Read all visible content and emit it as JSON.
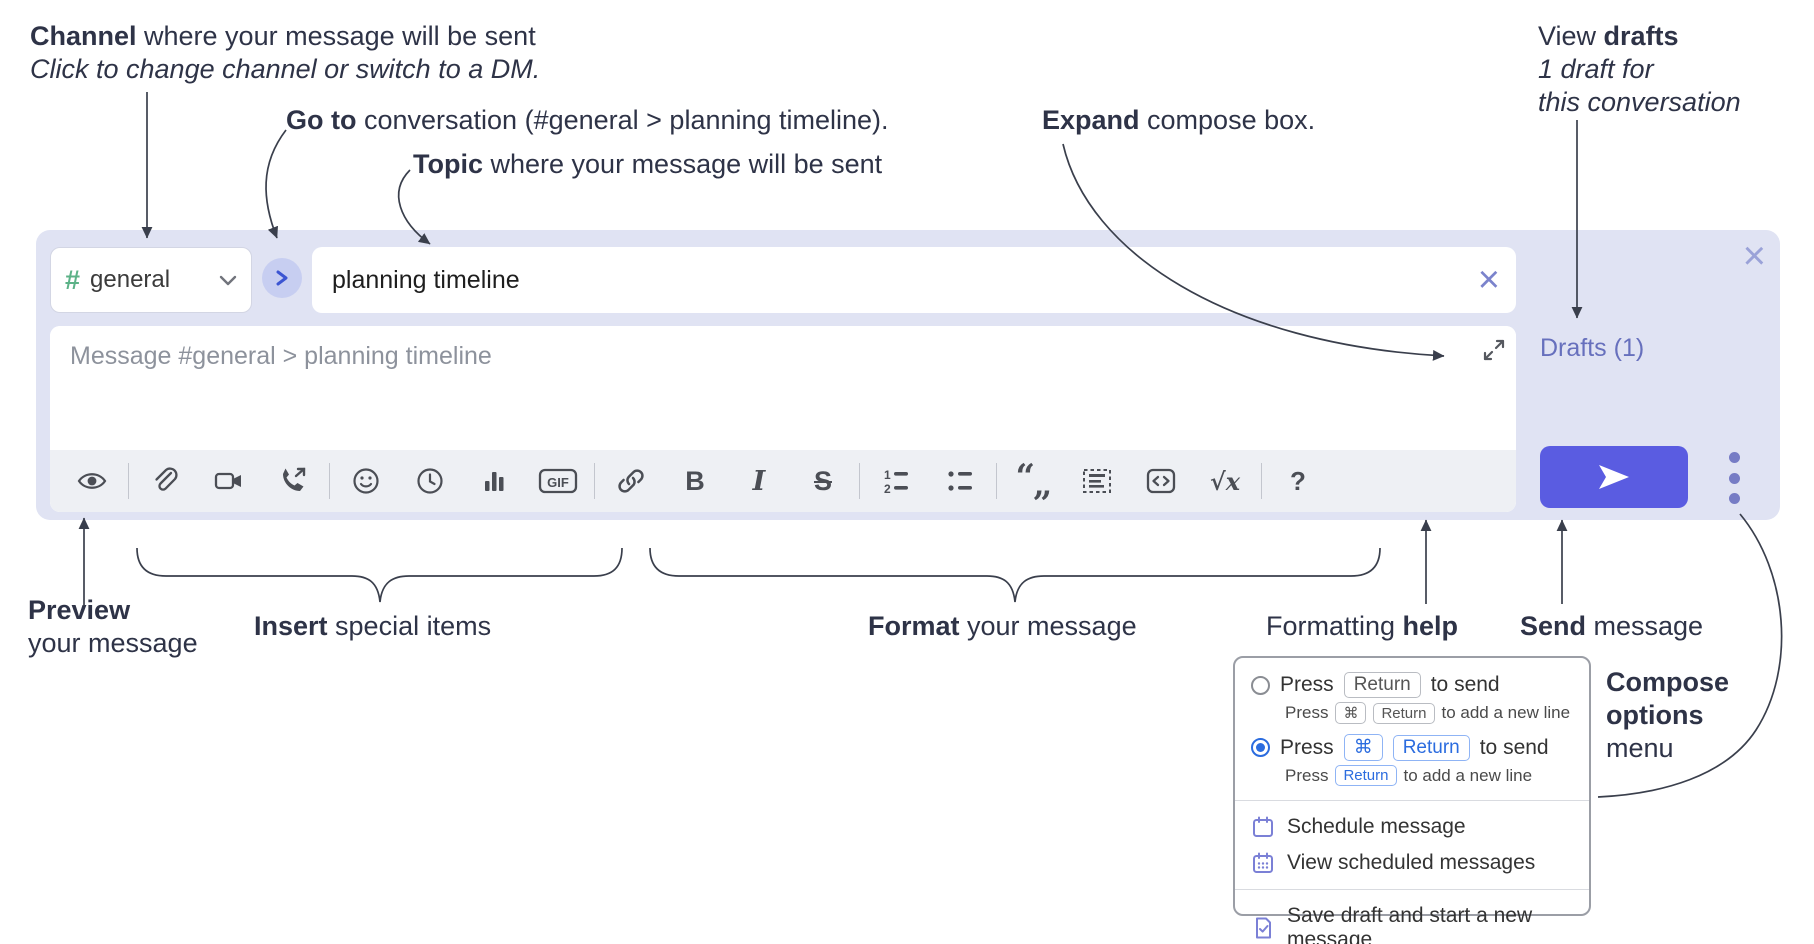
{
  "annotations": {
    "channel": {
      "bold": "Channel",
      "rest": " where your message will be sent",
      "italic": "Click to change channel or switch to a DM."
    },
    "goto": {
      "bold": "Go to",
      "rest": " conversation (#general > planning timeline)."
    },
    "topic": {
      "bold": "Topic",
      "rest": " where your message will be sent"
    },
    "expand": {
      "bold": "Expand",
      "rest": " compose box."
    },
    "view_drafts": {
      "pre": "View ",
      "bold": "drafts",
      "line2": "1 draft for",
      "line3": "this conversation"
    },
    "preview": {
      "bold": "Preview",
      "line2": "your message"
    },
    "insert": {
      "bold": "Insert",
      "rest": " special items"
    },
    "format": {
      "bold": "Format",
      "rest": " your message"
    },
    "formatting_help": {
      "pre": "Formatting ",
      "bold": "help"
    },
    "send": {
      "bold": "Send",
      "rest": " message"
    },
    "compose_options": {
      "line1": "Compose",
      "line2": "options",
      "line3": "menu"
    }
  },
  "compose": {
    "channel_button": {
      "hash": "#",
      "label": "general"
    },
    "topic_input": {
      "value": "planning timeline"
    },
    "message_input": {
      "placeholder": "Message #general > planning timeline"
    },
    "drafts_link": "Drafts (1)",
    "toolbar_icons": [
      "preview-eye",
      "attach-paperclip",
      "start-video-call",
      "start-audio-call",
      "emoji",
      "add-global-time",
      "add-poll",
      "add-gif",
      "link",
      "bold",
      "italic",
      "strikethrough",
      "numbered-list",
      "bulleted-list",
      "quote",
      "spoiler",
      "code",
      "math",
      "help"
    ],
    "toolbar_labels": {
      "gif": "GIF",
      "bold": "B",
      "italic": "I",
      "strike": "S",
      "quote_open": "“",
      "quote_close": "„",
      "math": "√x",
      "help": "?"
    }
  },
  "popup": {
    "option1": {
      "t1": "Press",
      "k1": "Return",
      "t2": "to send",
      "s1": "Press",
      "sk1": "⌘",
      "sk2": "Return",
      "s2": "to add a new line"
    },
    "option2": {
      "t1": "Press",
      "k1": "⌘",
      "k2": "Return",
      "t2": "to send",
      "s1": "Press",
      "sk1": "Return",
      "s2": "to add a new line"
    },
    "menu": [
      "Schedule message",
      "View scheduled messages",
      "Save draft and start a new message"
    ]
  },
  "colors": {
    "panel_bg": "#e0e3f3",
    "toolbar_bg": "#eef0f4",
    "send_button": "#5a5ce1",
    "drafts_link": "#6770bd",
    "hash_green": "#5cb287",
    "goto_chevron": "#3c55d2",
    "annotation_text": "#2e3347",
    "radio_selected": "#2b6cdf",
    "menu_icon_purple": "#7b80d6"
  }
}
